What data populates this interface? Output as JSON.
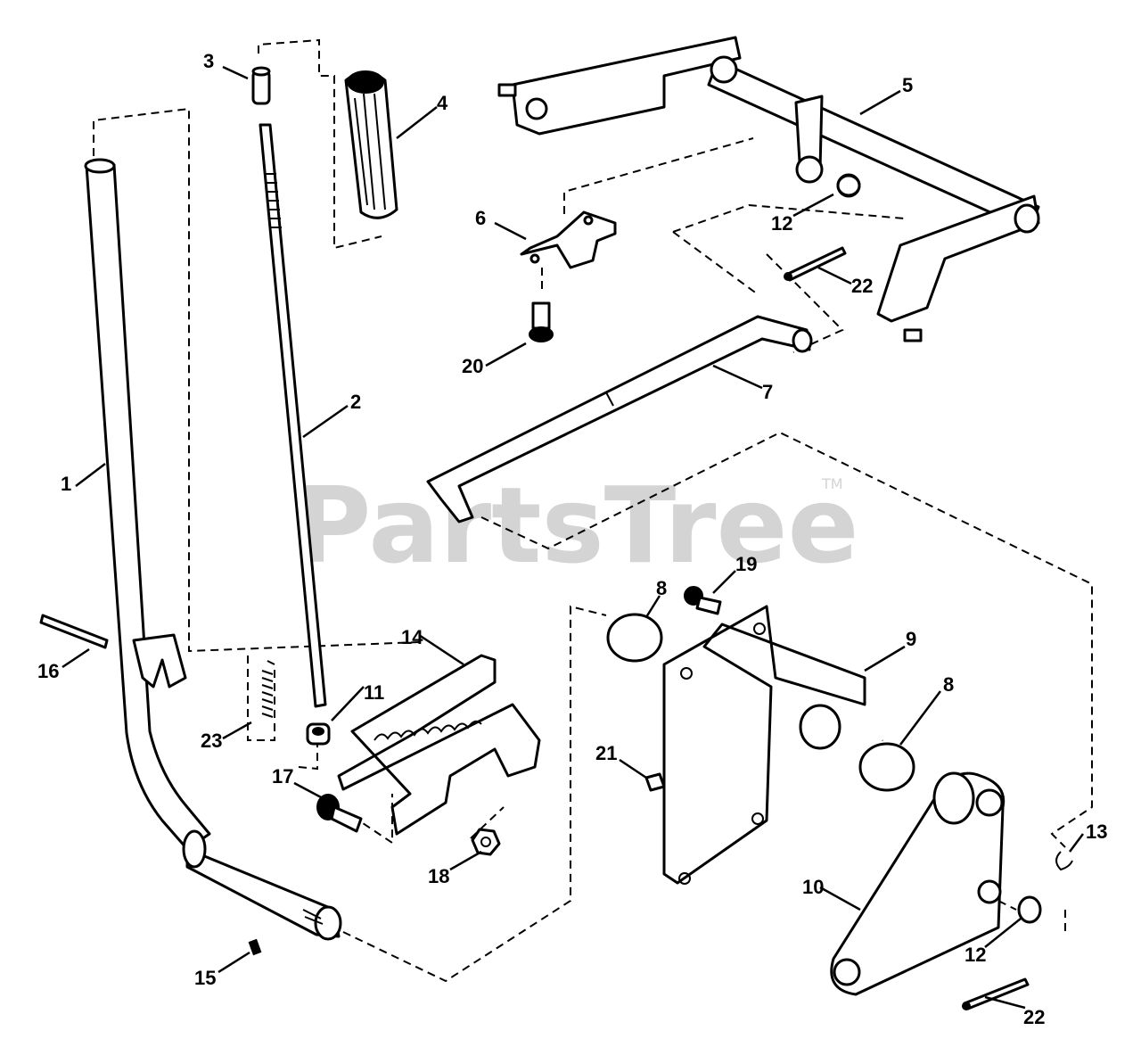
{
  "watermark": {
    "text": "PartsTree",
    "trademark": "TM"
  },
  "callouts": {
    "c1": "1",
    "c2": "2",
    "c3": "3",
    "c4": "4",
    "c5": "5",
    "c6": "6",
    "c7": "7",
    "c8a": "8",
    "c8b": "8",
    "c9": "9",
    "c10": "10",
    "c11": "11",
    "c12a": "12",
    "c12b": "12",
    "c13": "13",
    "c14": "14",
    "c15": "15",
    "c16": "16",
    "c17": "17",
    "c18": "18",
    "c19": "19",
    "c20": "20",
    "c21": "21",
    "c22a": "22",
    "c22b": "22",
    "c23": "23"
  }
}
